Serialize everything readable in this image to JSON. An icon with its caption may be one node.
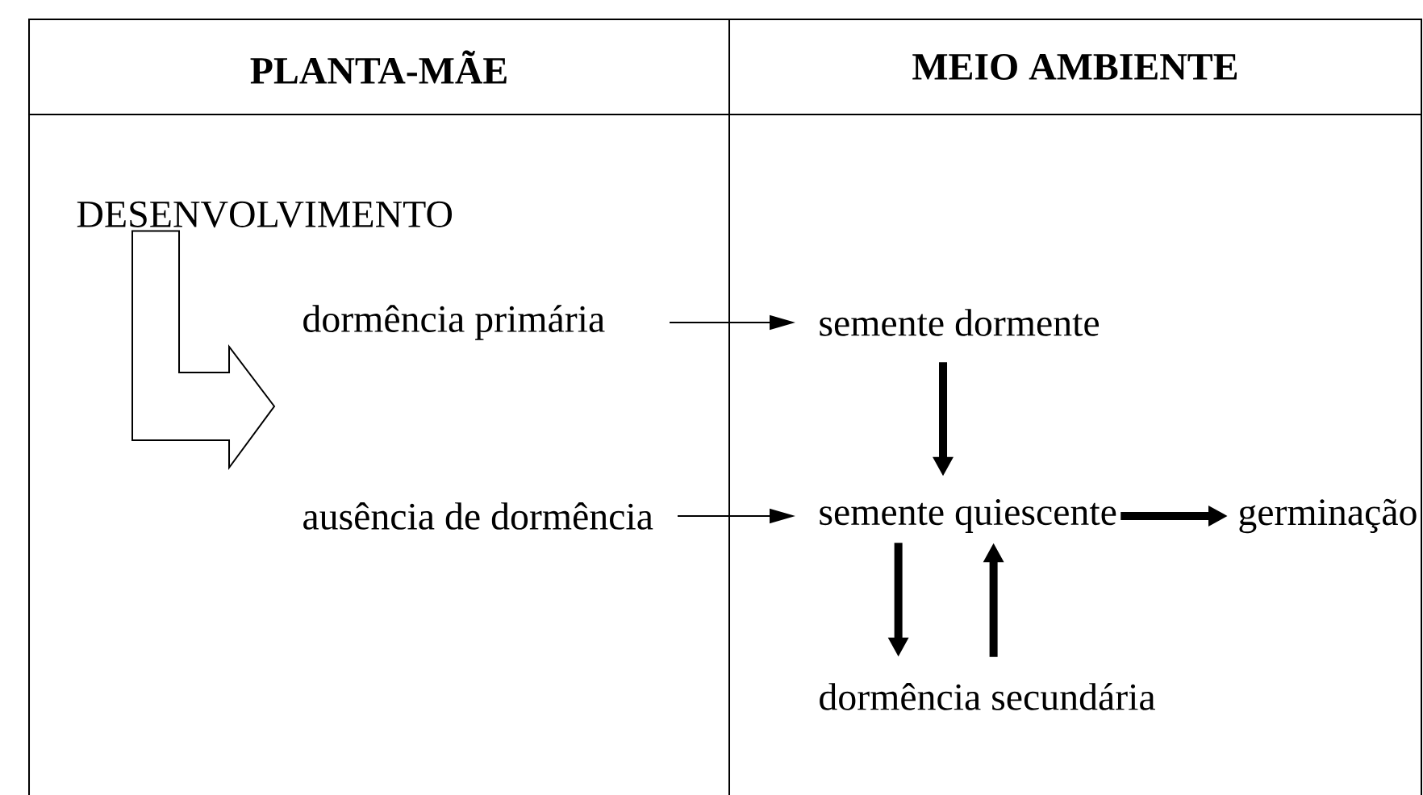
{
  "diagram": {
    "nodes": [
      {
        "text": [
          "PLANTA-MÃE"
        ]
      },
      {
        "text": [
          "MEIO AMBIENTE"
        ]
      },
      {
        "text": [
          "DESENVOLVIMENTO"
        ]
      },
      {
        "text": [
          "dormência primária"
        ]
      },
      {
        "text": [
          "ausência de dormência"
        ]
      },
      {
        "text": [
          "semente dormente"
        ]
      },
      {
        "text": [
          "semente quiescente"
        ]
      },
      {
        "text": [
          "germinação"
        ]
      },
      {
        "text": [
          "dormência secundária"
        ]
      }
    ],
    "edges": [
      {
        "from": 2,
        "to": null,
        "arrow": "to"
      },
      {
        "from": 3,
        "to": 5,
        "arrow": "to"
      },
      {
        "from": 4,
        "to": 6,
        "arrow": "to"
      },
      {
        "from": 5,
        "to": 6,
        "arrow": "to"
      },
      {
        "from": 6,
        "to": 7,
        "arrow": "to"
      },
      {
        "from": 6,
        "to": 8,
        "arrow": "to"
      },
      {
        "from": 8,
        "to": 6,
        "arrow": "to"
      }
    ]
  }
}
